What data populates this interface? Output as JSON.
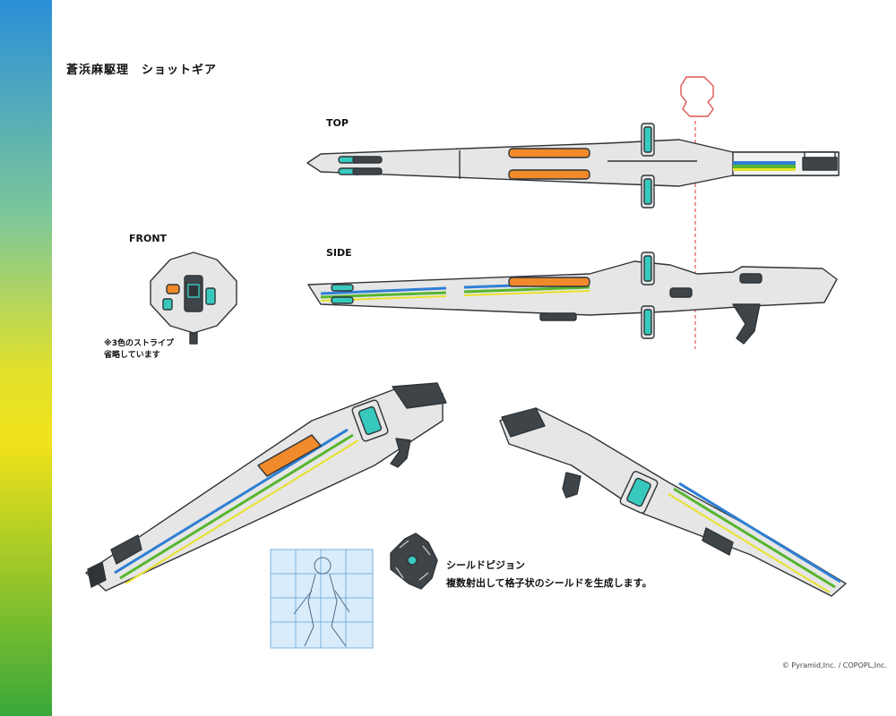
{
  "sidebar": {
    "gradient": [
      "#2b8fd8",
      "#7cc79a",
      "#e2e12a",
      "#f0e21a",
      "#39a83a"
    ]
  },
  "sheet": {
    "title_name": "蒼浜麻駆理",
    "title_item": "ショットギア",
    "views": {
      "top": "TOP",
      "side": "SIDE",
      "front": "FRONT"
    },
    "front_note": [
      "※3色のストライプ",
      "省略しています"
    ],
    "pigeon_name": "シールドピジョン",
    "pigeon_desc": "複数射出して格子状のシールドを生成します。",
    "copyright": "© Pyramid,Inc. / COPOPL,Inc."
  },
  "colors": {
    "body": "#e6e6e6",
    "line": "#2f3438",
    "teal": "#37c9bd",
    "orange": "#f08a2a",
    "blue": "#2f7fd3",
    "green": "#57b52e",
    "yellow": "#e9e12b",
    "dark": "#3e4448",
    "guide": "#e05555"
  },
  "icons": [
    "shot-gear-weapon-drawing",
    "shield-pigeon-drone-drawing",
    "character-grid-sketch"
  ]
}
